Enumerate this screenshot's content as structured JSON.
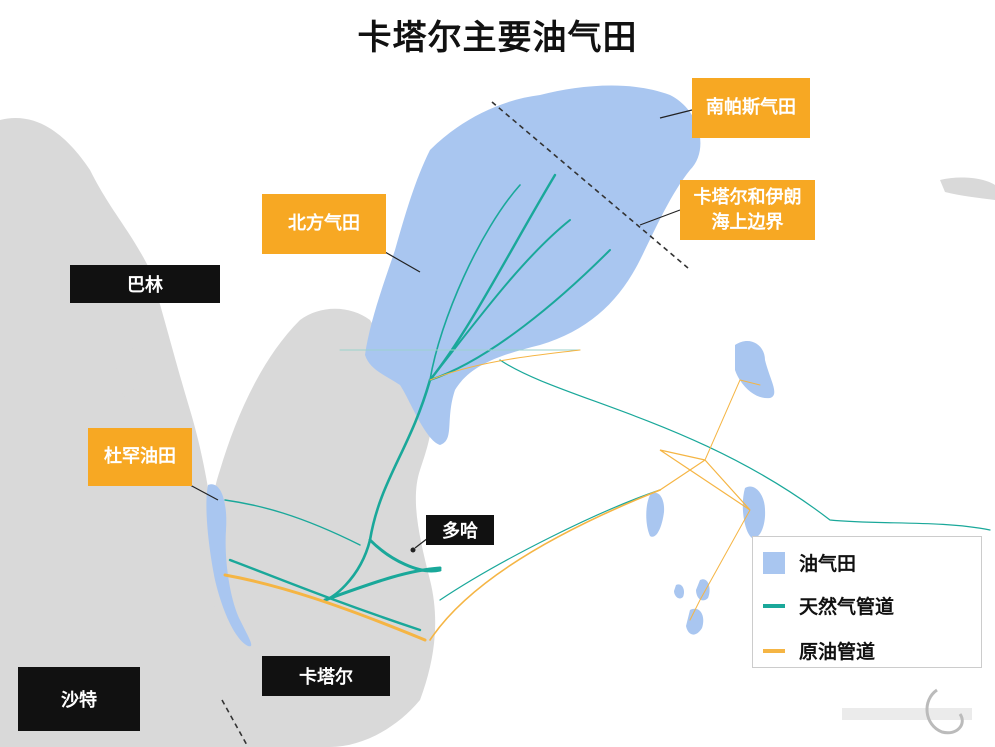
{
  "title": "卡塔尔主要油气田",
  "labels": {
    "south_pars": "南帕斯气田",
    "boundary": "卡塔尔和伊朗海上边界",
    "north_field": "北方气田",
    "bahrain": "巴林",
    "dukhan": "杜罕油田",
    "doha": "多哈",
    "qatar": "卡塔尔",
    "saudi": "沙特"
  },
  "legend": {
    "items": [
      {
        "label": "油气田",
        "color": "#a9c6f0",
        "kind": "area"
      },
      {
        "label": "天然气管道",
        "color": "#1aa89a",
        "kind": "line"
      },
      {
        "label": "原油管道",
        "color": "#f5b544",
        "kind": "line"
      }
    ]
  },
  "colors": {
    "land": "#d9d9d9",
    "sea": "#ffffff",
    "field": "#a9c6f0",
    "gas_pipe": "#1aa89a",
    "oil_pipe": "#f5b544",
    "label_orange": "#f7a823",
    "label_black": "#111111"
  }
}
